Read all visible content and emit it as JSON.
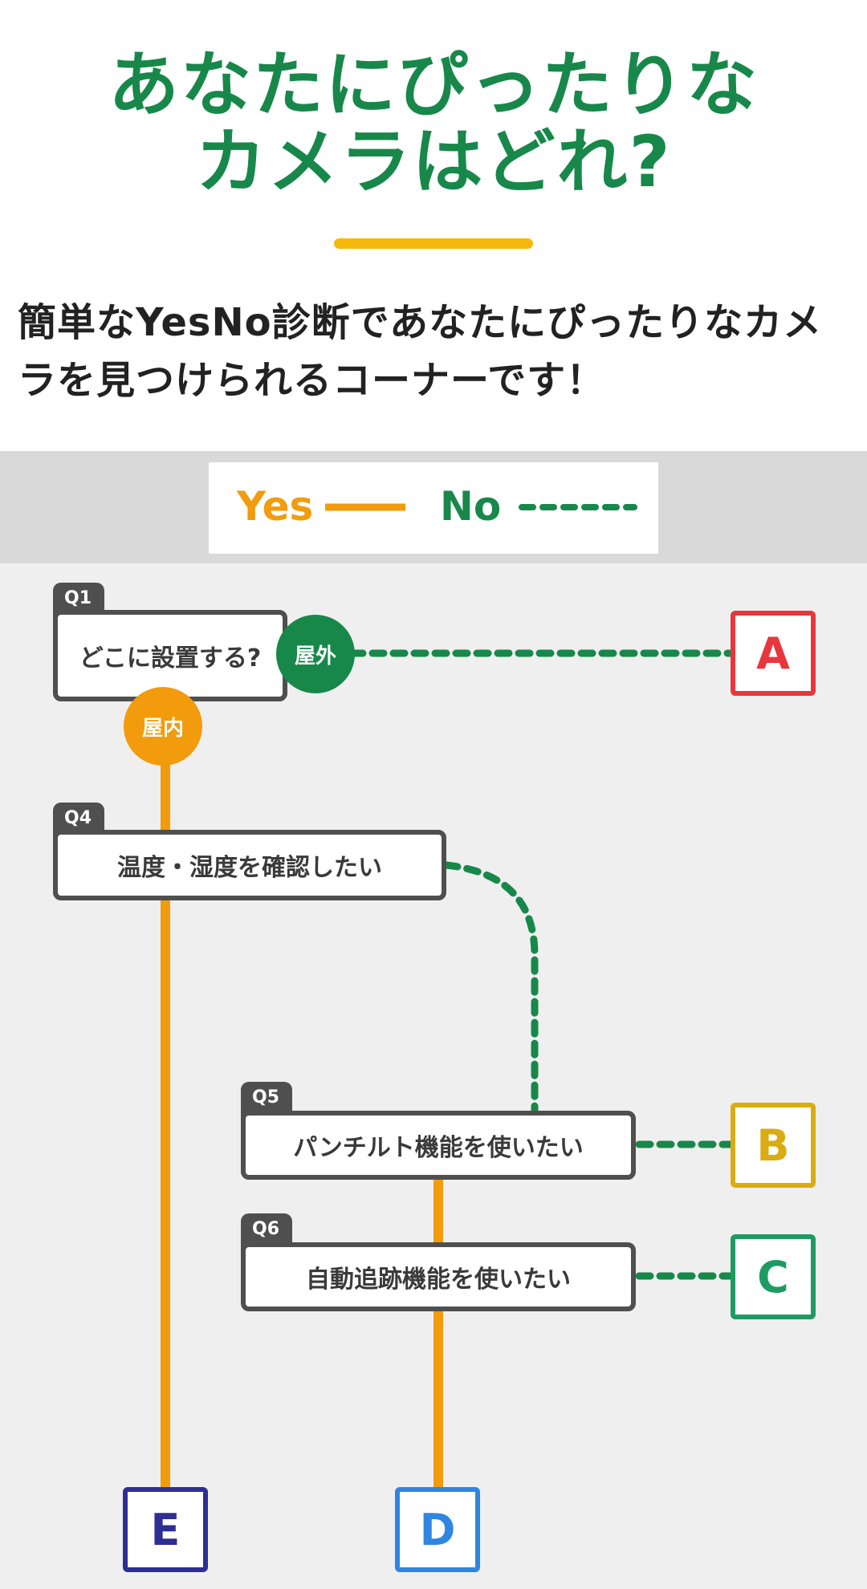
{
  "header": {
    "title_line1": "あなたにぴったりな",
    "title_line2": "カメラはどれ?",
    "intro": "簡単なYesNo診断であなたにぴったりなカメラを見つけられるコーナーです！"
  },
  "legend": {
    "yes_label": "Yes",
    "no_label": "No",
    "yes_color": "#f29b0c",
    "no_color": "#17884a"
  },
  "questions": {
    "q1": {
      "tag": "Q1",
      "text": "どこに設置する?"
    },
    "q4": {
      "tag": "Q4",
      "text": "温度・湿度を確認したい"
    },
    "q5": {
      "tag": "Q5",
      "text": "パンチルト機能を使いたい"
    },
    "q6": {
      "tag": "Q6",
      "text": "自動追跡機能を使いたい"
    }
  },
  "branches": {
    "outdoor": "屋外",
    "indoor": "屋内"
  },
  "answers": {
    "a": {
      "label": "A",
      "color": "#e8363c"
    },
    "b": {
      "label": "B",
      "color": "#d9ac12"
    },
    "c": {
      "label": "C",
      "color": "#1d9b63"
    },
    "d": {
      "label": "D",
      "color": "#2f86e0"
    },
    "e": {
      "label": "E",
      "color": "#2e2e96"
    }
  }
}
